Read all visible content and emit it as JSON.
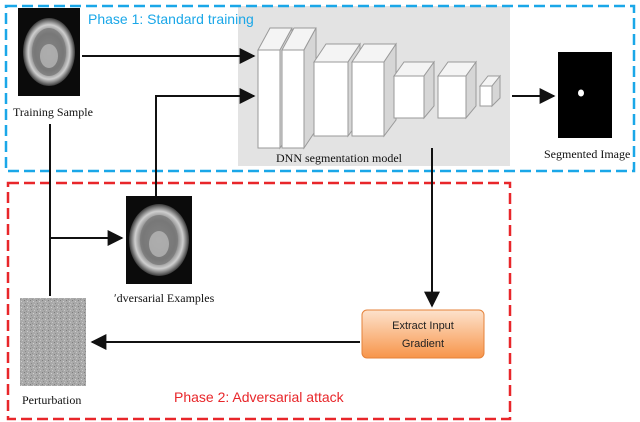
{
  "phase1": {
    "label": "Phase 1: Standard training",
    "color": "#1aa7e8"
  },
  "phase2": {
    "label": "Phase 2: Adversarial attack",
    "color": "#e8262a"
  },
  "nodes": {
    "training_sample": "Training  Sample",
    "dnn_model": "DNN segmentation model",
    "segmented_image": "Segmented Image",
    "adversarial_examples": "ʹdversarial Examples",
    "perturbation": "Perturbation",
    "extract_gradient_line1": "Extract Input",
    "extract_gradient_line2": "Gradient"
  },
  "colors": {
    "model_panel": "#e3e3e3",
    "gradient_box_top": "#fde0c8",
    "gradient_box_bottom": "#f79a52",
    "arrow": "#111111"
  }
}
